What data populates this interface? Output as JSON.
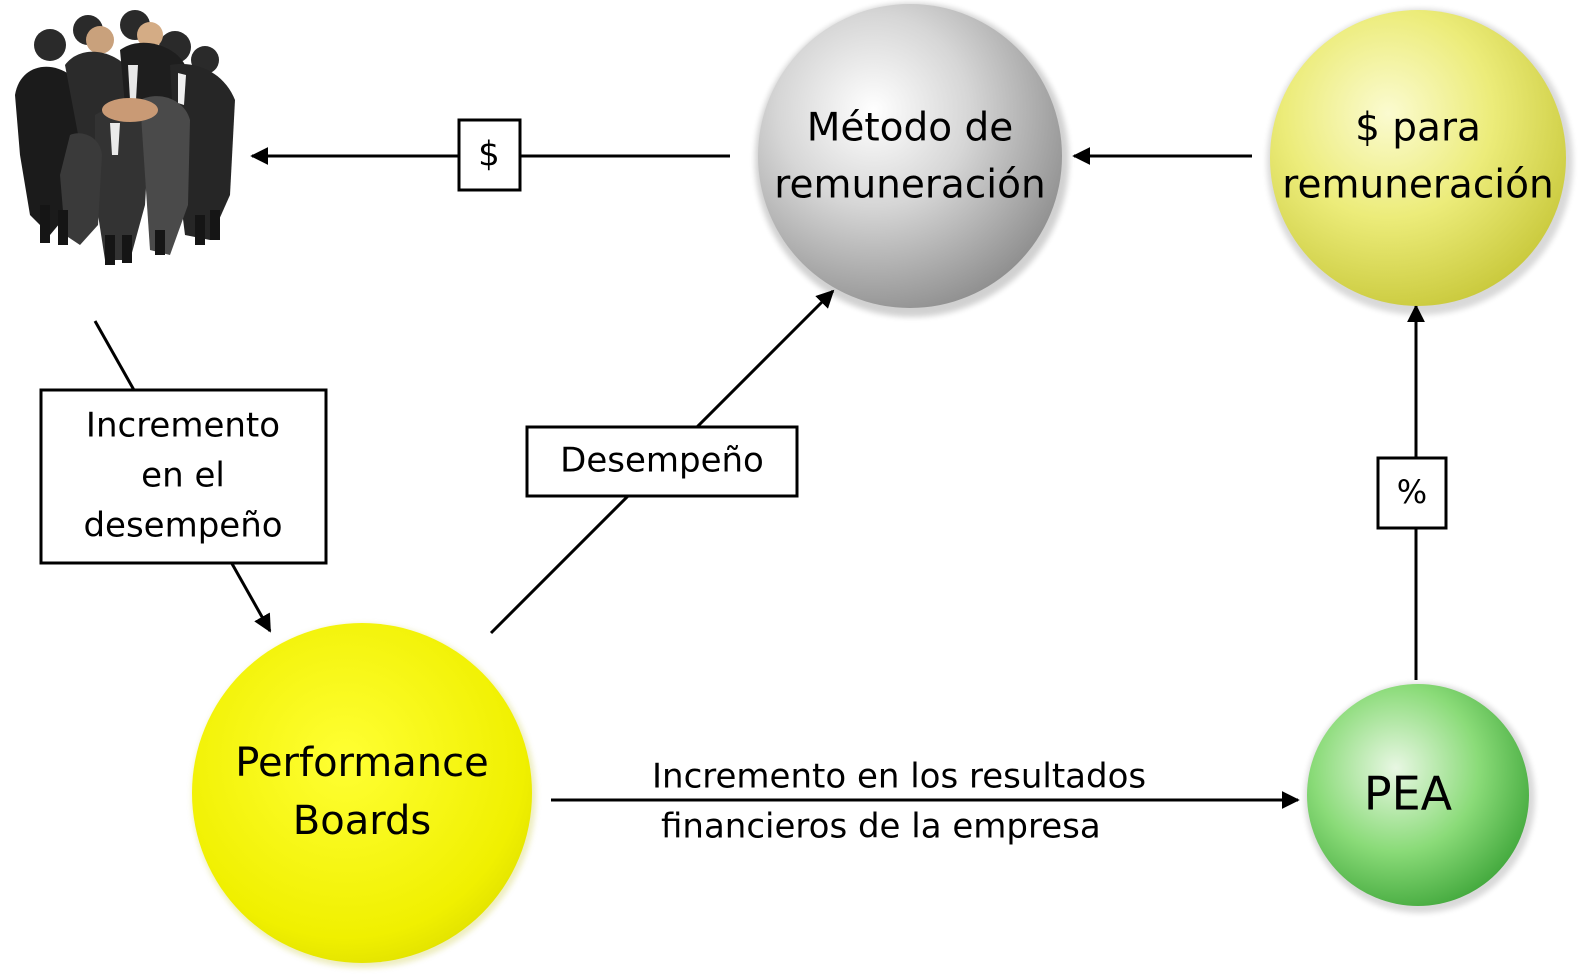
{
  "nodes": {
    "metodo": {
      "line1": "Método de",
      "line2": "remuneración"
    },
    "dinero": {
      "line1": "$ para",
      "line2": "remuneración"
    },
    "performance": {
      "line1": "Performance",
      "line2": "Boards"
    },
    "pea": {
      "label": "PEA"
    }
  },
  "edge_labels": {
    "dollar": "$",
    "percent": "%",
    "desempeno": "Desempeño",
    "incremento_desempeno": {
      "line1": "Incremento",
      "line2": "en el",
      "line3": "desempeño"
    },
    "resultados": {
      "line1": "Incremento en los resultados",
      "line2": "financieros de la empresa"
    }
  },
  "colors": {
    "gray_node": "#bdbdbd",
    "yellow_node": "#f2f200",
    "pale_yellow_node": "#e6e65a",
    "green_node": "#6ccf5a",
    "stroke": "#000000"
  },
  "icons": {
    "team": "people-huddle-photo"
  }
}
